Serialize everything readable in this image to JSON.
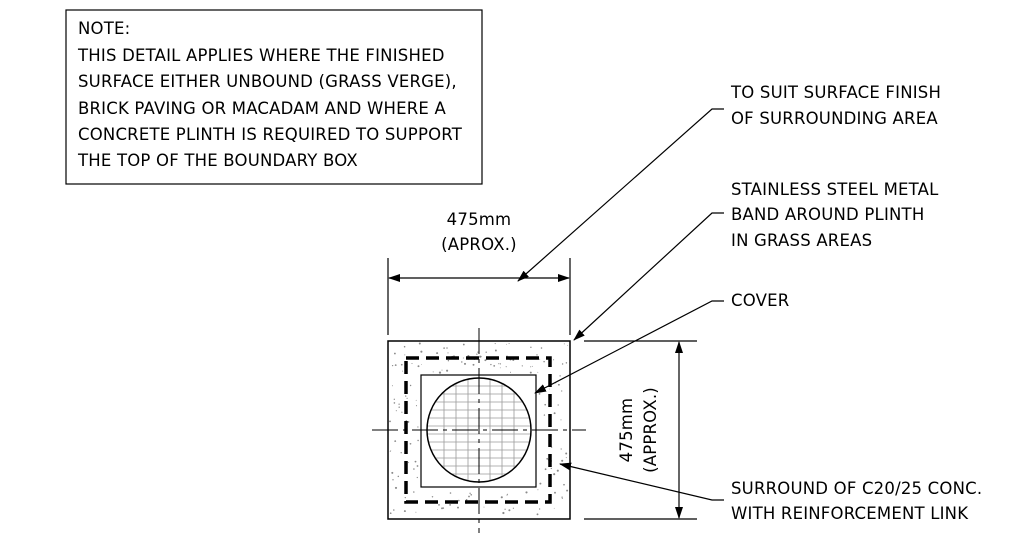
{
  "note": {
    "lines": [
      "NOTE:",
      "THIS DETAIL APPLIES WHERE THE FINISHED",
      "SURFACE EITHER UNBOUND (GRASS VERGE),",
      "BRICK PAVING OR MACADAM AND WHERE A",
      "CONCRETE PLINTH IS REQUIRED TO SUPPORT",
      "THE TOP OF THE BOUNDARY BOX"
    ]
  },
  "dimensions": {
    "width": {
      "value": "475mm",
      "qualifier": "(APROX.)"
    },
    "height": {
      "value": "475mm",
      "qualifier": "(APPROX.)"
    }
  },
  "labels": {
    "surface_finish": [
      "TO SUIT SURFACE FINISH",
      "OF SURROUNDING AREA"
    ],
    "metal_band": [
      "STAINLESS STEEL METAL",
      "BAND AROUND PLINTH",
      "IN GRASS AREAS"
    ],
    "cover": [
      "COVER"
    ],
    "surround": [
      "SURROUND OF C20/25 CONC.",
      "WITH REINFORCEMENT LINK"
    ]
  }
}
